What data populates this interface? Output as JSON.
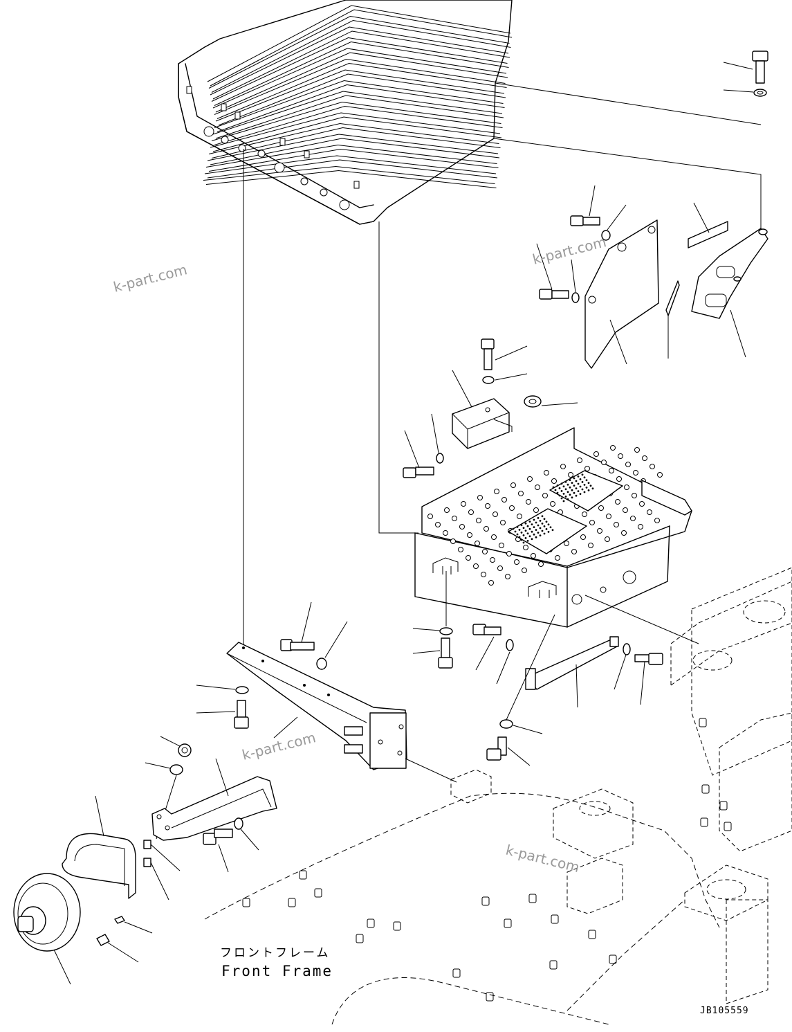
{
  "diagram": {
    "watermarks": [
      "k-part.com",
      "k-part.com",
      "k-part.com",
      "k-part.com"
    ],
    "frame_label_jp": "フロントフレーム",
    "frame_label_en": "Front Frame",
    "drawing_code": "JB105559",
    "line_color": "#000000",
    "background": "#ffffff",
    "watermark_color": "#9a9a9a"
  }
}
